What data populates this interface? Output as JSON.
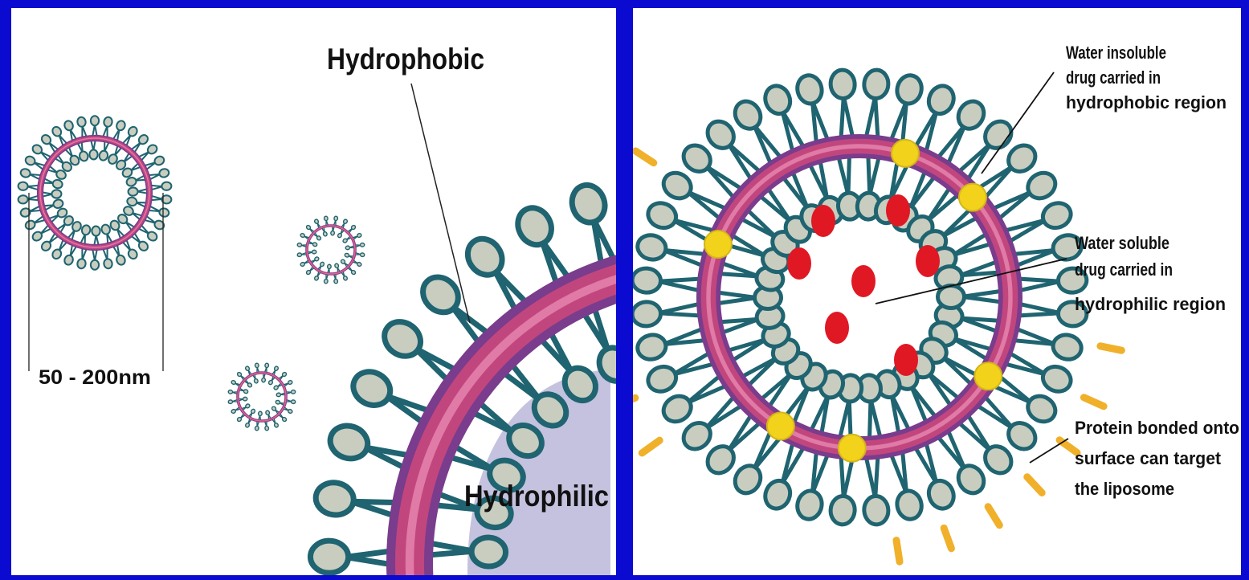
{
  "panels": {
    "left": {
      "size_label": "50 - 200nm",
      "hydrophobic_label": "Hydrophobic",
      "hydrophilic_label": "Hydrophilic"
    },
    "right": {
      "annotations": {
        "insoluble": [
          "Water insoluble",
          "drug carried in",
          "hydrophobic region"
        ],
        "soluble": [
          "Water soluble",
          "drug carried in",
          "hydrophilic region"
        ],
        "protein": [
          "Protein bonded onto",
          "surface can target",
          "the liposome"
        ]
      }
    }
  },
  "colors": {
    "frame": "#0a0ad0",
    "panel_bg": "#ffffff",
    "lipid_teal": "#1f6470",
    "head_fill": "#c8cdbf",
    "bilayer_magenta": "#c2467e",
    "bilayer_purple": "#7a3c8c",
    "drug_red": "#e01824",
    "drug_yellow": "#f2d21a",
    "protein_orange": "#f0b02a",
    "hydrophilic_lavender": "#c4c2de"
  }
}
